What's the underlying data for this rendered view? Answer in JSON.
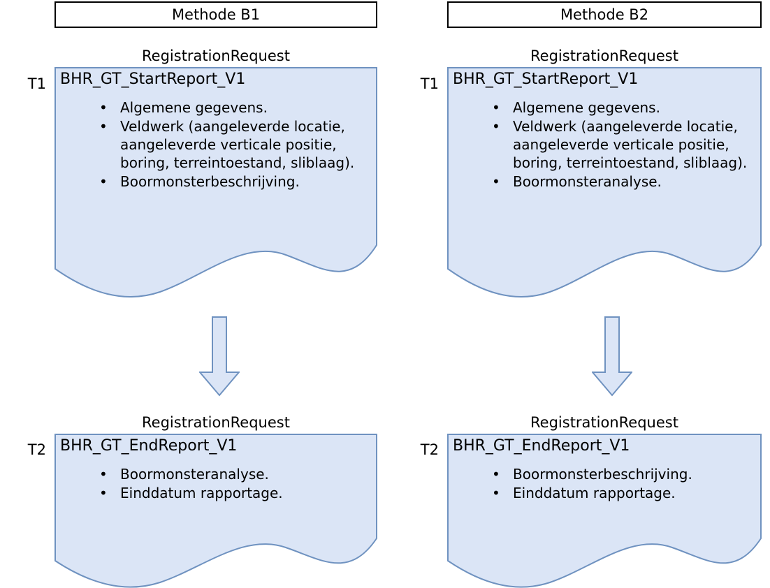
{
  "palette": {
    "doc_fill": "#dbe5f6",
    "doc_stroke": "#6f92c0",
    "arrow_fill": "#dbe5f6",
    "arrow_stroke": "#6f92c0",
    "header_border": "#000000",
    "header_fill": "#ffffff",
    "text": "#000000"
  },
  "columns": [
    {
      "key": "b1",
      "header": "Methode B1",
      "steps": [
        {
          "time_label": "T1",
          "caption": "RegistrationRequest",
          "title": "BHR_GT_StartReport_V1",
          "bullet_glyph": "•",
          "items": [
            "Algemene gegevens.",
            "Veldwerk (aangeleverde locatie, aangeleverde verticale positie, boring, terreintoestand, sliblaag).",
            "Boormonsterbeschrijving."
          ]
        },
        {
          "time_label": "T2",
          "caption": "RegistrationRequest",
          "title": "BHR_GT_EndReport_V1",
          "bullet_glyph": "•",
          "items": [
            "Boormonsteranalyse.",
            "Einddatum rapportage."
          ]
        }
      ]
    },
    {
      "key": "b2",
      "header": "Methode B2",
      "steps": [
        {
          "time_label": "T1",
          "caption": "RegistrationRequest",
          "title": "BHR_GT_StartReport_V1",
          "bullet_glyph": "•",
          "items": [
            "Algemene gegevens.",
            "Veldwerk (aangeleverde locatie, aangeleverde verticale positie, boring, terreintoestand, sliblaag).",
            "Boormonsteranalyse."
          ]
        },
        {
          "time_label": "T2",
          "caption": "RegistrationRequest",
          "title": "BHR_GT_EndReport_V1",
          "bullet_glyph": "•",
          "items": [
            "Boormonsterbeschrijving.",
            "Einddatum rapportage."
          ]
        }
      ]
    }
  ]
}
